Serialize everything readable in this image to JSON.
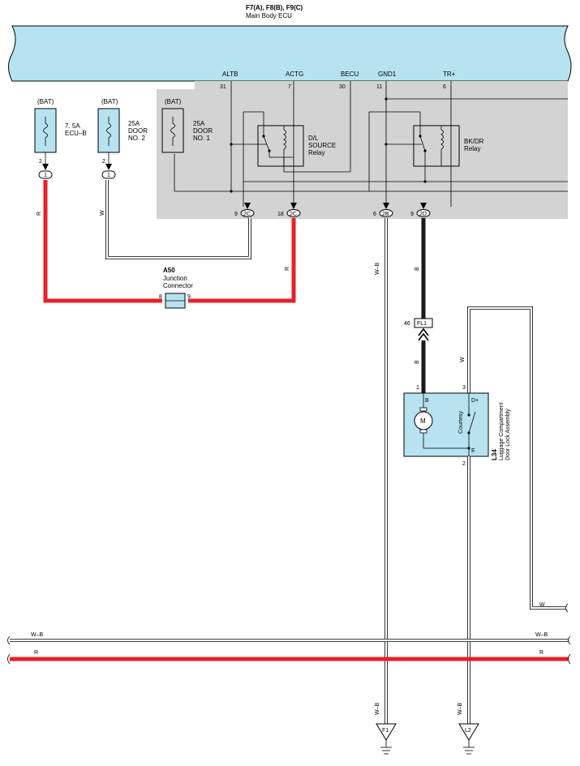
{
  "ecu": {
    "connectors": "F7(A), F8(B), F9(C)",
    "name": "Main Body ECU",
    "terminals": [
      {
        "name": "ALTB",
        "pin": "31"
      },
      {
        "name": "ACTG",
        "pin": "7"
      },
      {
        "name": "BECU",
        "pin": "30"
      },
      {
        "name": "GND1",
        "pin": "11"
      },
      {
        "name": "TR+",
        "pin": "6"
      }
    ],
    "relays": [
      {
        "line1": "D/L",
        "line2": "SOURCE",
        "line3": "Relay"
      },
      {
        "line1": "BK/DR",
        "line2": "Relay"
      }
    ],
    "bottom_pins": [
      {
        "pin": "9",
        "conn": "2C"
      },
      {
        "pin": "18",
        "conn": "2C"
      },
      {
        "pin": "6",
        "conn": "2B"
      },
      {
        "pin": "9",
        "conn": "2D"
      }
    ]
  },
  "fuses": [
    {
      "source": "(BAT)",
      "line1": "7. 5A",
      "line2": "ECU–B",
      "pin": "2",
      "conn": "1"
    },
    {
      "source": "(BAT)",
      "line1": "25A",
      "line2": "DOOR",
      "line3": "NO. 2",
      "pin": "2",
      "conn": "1"
    },
    {
      "source": "(BAT)",
      "line1": "25A",
      "line2": "DOOR",
      "line3": "NO. 1"
    }
  ],
  "junction": {
    "id": "A50",
    "line1": "Junction",
    "line2": "Connector",
    "pin_left": "8",
    "pin_right": "9"
  },
  "inline_connector": {
    "pin": "46",
    "name": "FL1"
  },
  "assembly": {
    "id": "L34",
    "line1": "Luggage Compartment",
    "line2": "Door Lock Assembly",
    "motor": "M",
    "switch": "Courtesy",
    "terminals": {
      "b": "B",
      "dplus": "D+",
      "e": "E"
    },
    "pins": {
      "b": "1",
      "dplus": "3",
      "e": "2"
    }
  },
  "grounds": [
    {
      "id": "F1"
    },
    {
      "id": "L2"
    }
  ],
  "wire_colors": {
    "red": "R",
    "white": "W",
    "white_black": "W–B",
    "black": "B"
  },
  "colors": {
    "ecu_fill": "#b7e3f0",
    "box_fill": "#d3d3d3",
    "red_wire": "#e8202a",
    "black_wire": "#1a1a1a"
  }
}
